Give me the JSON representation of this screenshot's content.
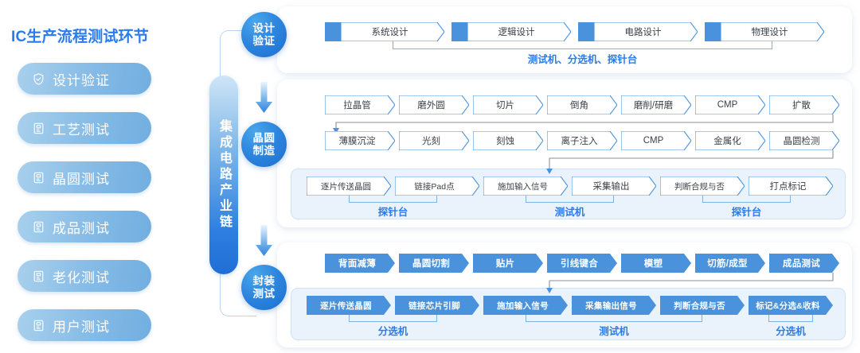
{
  "page_title": "IC生产流程测试环节",
  "colors": {
    "accent": "#2a7bee",
    "chevron_fill": "#4a93dc",
    "chevron_border": "#4a93dc",
    "panel_tint": "#eaf3fc",
    "pill_gradient_start": "#a9d0ec",
    "pill_gradient_end": "#71aee0",
    "circle_blue": "#2e86de"
  },
  "sidebar": {
    "items": [
      {
        "label": "设计验证",
        "icon": "shield-check-icon"
      },
      {
        "label": "工艺测试",
        "icon": "clipboard-icon"
      },
      {
        "label": "晶圆测试",
        "icon": "clipboard-icon"
      },
      {
        "label": "成品测试",
        "icon": "clipboard-icon"
      },
      {
        "label": "老化测试",
        "icon": "clipboard-icon"
      },
      {
        "label": "用户测试",
        "icon": "clipboard-icon"
      }
    ]
  },
  "chain": {
    "label": "集成电路产业链",
    "arrow_icon": "arrow-down-icon"
  },
  "stages": [
    {
      "line1": "设计",
      "line2": "验证"
    },
    {
      "line1": "晶圆",
      "line2": "制造"
    },
    {
      "line1": "封装",
      "line2": "测试"
    }
  ],
  "sections": [
    {
      "id": "design-verification",
      "rows": [
        {
          "style": "outline-with-block",
          "steps": [
            "系统设计",
            "逻辑设计",
            "电路设计",
            "物理设计"
          ]
        }
      ],
      "captions": [
        {
          "text": "测试机、分选机、探针台"
        }
      ]
    },
    {
      "id": "wafer-manufacturing",
      "rows": [
        {
          "style": "outline",
          "steps": [
            "拉晶管",
            "磨外圆",
            "切片",
            "倒角",
            "磨削/研磨",
            "CMP",
            "扩散"
          ]
        },
        {
          "style": "outline",
          "steps": [
            "薄膜沉淀",
            "光刻",
            "刻蚀",
            "离子注入",
            "CMP",
            "金属化",
            "晶圆检测"
          ]
        },
        {
          "style": "outline",
          "panel": true,
          "steps": [
            "逐片传送晶圆",
            "链接Pad点",
            "施加输入信号",
            "采集输出",
            "判断合规与否",
            "打点标记"
          ]
        }
      ],
      "captions": [
        {
          "text": "探针台"
        },
        {
          "text": "测试机"
        },
        {
          "text": "探针台"
        }
      ]
    },
    {
      "id": "packaging-testing",
      "rows": [
        {
          "style": "filled",
          "steps": [
            "背面减薄",
            "晶圆切割",
            "贴片",
            "引线键合",
            "模塑",
            "切筋/成型",
            "成品测试"
          ]
        },
        {
          "style": "filled",
          "panel": true,
          "steps": [
            "逐片传送晶圆",
            "链接芯片引脚",
            "施加输入信号",
            "采集输出信号",
            "判断合规与否",
            "标记&分选&收料"
          ]
        }
      ],
      "captions": [
        {
          "text": "分选机"
        },
        {
          "text": "测试机"
        },
        {
          "text": "分选机"
        }
      ]
    }
  ]
}
